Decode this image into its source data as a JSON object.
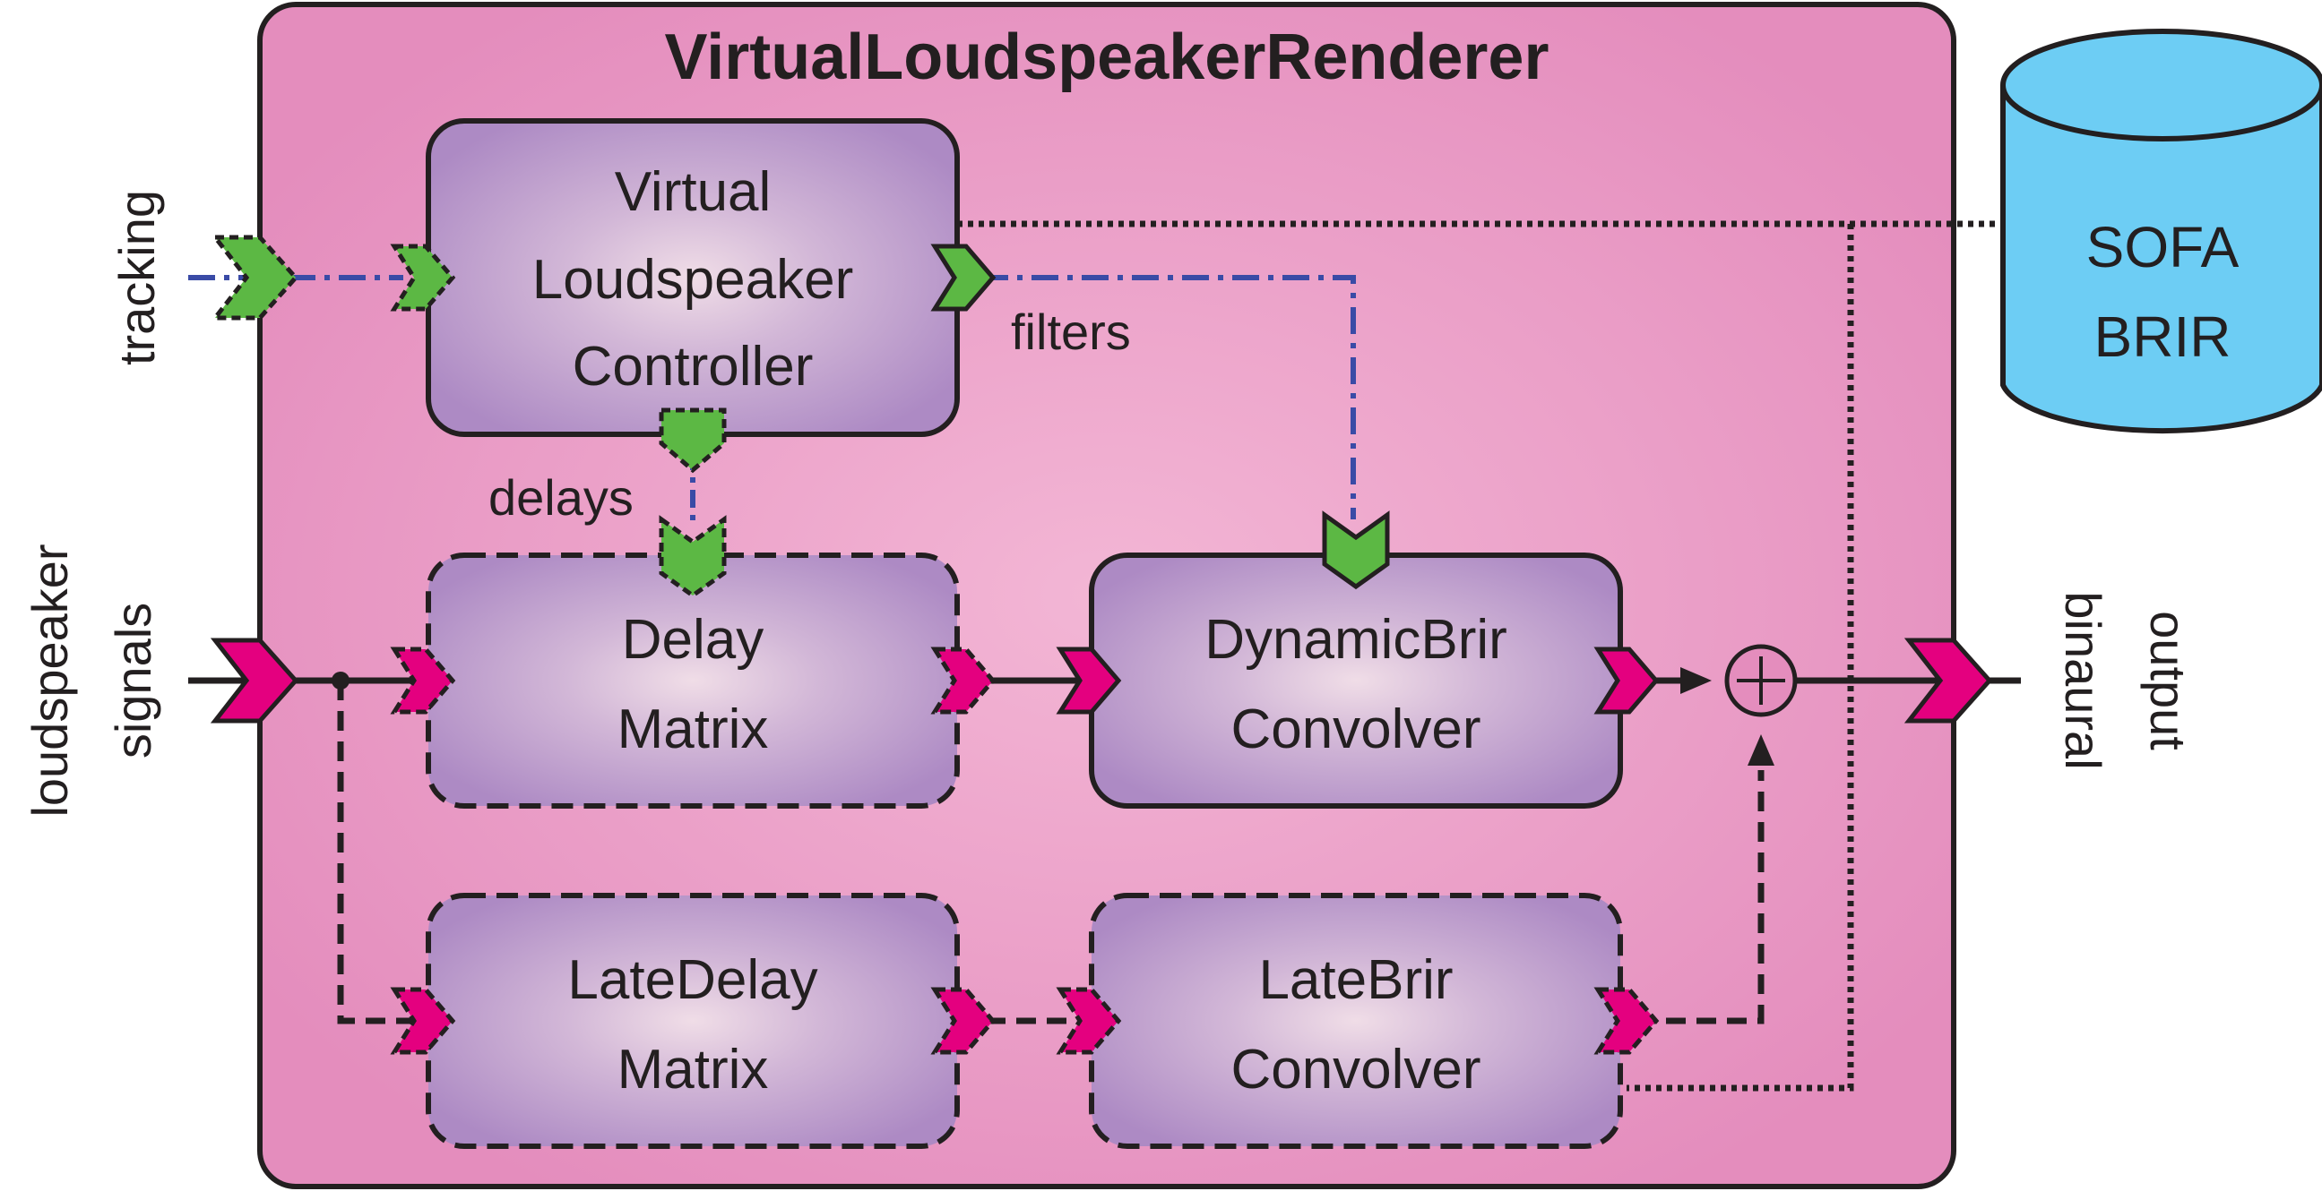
{
  "renderer": {
    "title": "VirtualLoudspeakerRenderer"
  },
  "blocks": {
    "controller": {
      "line1": "Virtual",
      "line2": "Loudspeaker",
      "line3": "Controller"
    },
    "delay_matrix": {
      "line1": "Delay",
      "line2": "Matrix"
    },
    "dynamic_brir": {
      "line1": "DynamicBrir",
      "line2": "Convolver"
    },
    "late_delay": {
      "line1": "LateDelay",
      "line2": "Matrix"
    },
    "late_brir": {
      "line1": "LateBrir",
      "line2": "Convolver"
    }
  },
  "database": {
    "line1": "SOFA",
    "line2": "BRIR"
  },
  "labels": {
    "tracking": "tracking",
    "loudspeaker_signals_1": "loudspeaker",
    "loudspeaker_signals_2": "signals",
    "binaural_output_1": "binaural",
    "binaural_output_2": "output",
    "filters": "filters",
    "delays": "delays"
  },
  "colors": {
    "renderer_fill": "#e48dbd",
    "block_fill": "#b08cc4",
    "database_fill": "#6dcdf4",
    "audio_port": "#e4007f",
    "param_port": "#5cb844",
    "param_line": "#3a4ba6",
    "stroke": "#231f20"
  }
}
